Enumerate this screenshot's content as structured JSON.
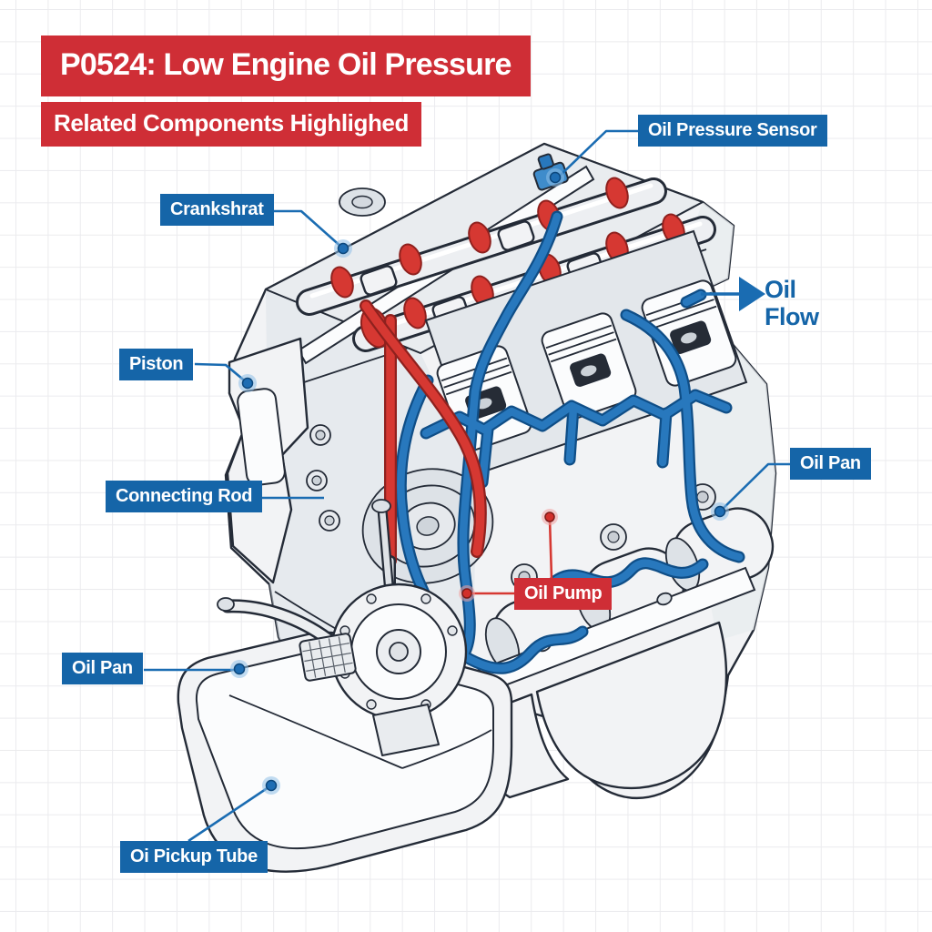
{
  "header": {
    "title": "P0524: Low Engine Oil Pressure",
    "subtitle": "Related Components Highlighed"
  },
  "callouts": [
    {
      "id": "oil-pressure-sensor",
      "label": "Oil Pressure Sensor",
      "type": "blue"
    },
    {
      "id": "crankshaft",
      "label": "Crankshrat",
      "type": "blue"
    },
    {
      "id": "piston",
      "label": "Piston",
      "type": "blue"
    },
    {
      "id": "connecting-rod",
      "label": "Connecting Rod",
      "type": "blue"
    },
    {
      "id": "oil-pan-right",
      "label": "Oil Pan",
      "type": "blue"
    },
    {
      "id": "oil-pump",
      "label": "Oil Pump",
      "type": "red"
    },
    {
      "id": "oil-pan-left",
      "label": "Oil Pan",
      "type": "blue"
    },
    {
      "id": "oil-pickup-tube",
      "label": "Oi Pickup Tube",
      "type": "blue"
    }
  ],
  "annotations": {
    "oil_flow_line1": "Oil",
    "oil_flow_line2": "Flow"
  },
  "colors": {
    "banner_red": "#cf2e36",
    "label_red": "#cf2e36",
    "label_blue": "#1565a8",
    "hl_red": "#d63832",
    "hl_red_dark": "#8f211e",
    "oil_blue": "#2878bd",
    "oil_blue_dark": "#0f4e87",
    "outline": "#242b37",
    "body": "#f2f3f5",
    "body_2": "#e9ecef",
    "body_3": "#dde2e7",
    "white_face": "#fbfcfd"
  }
}
